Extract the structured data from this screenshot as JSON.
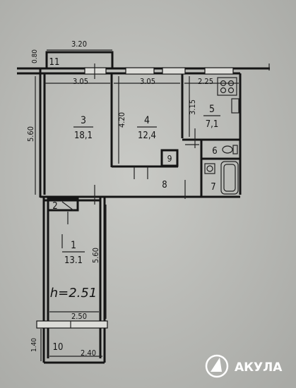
{
  "plan": {
    "ceiling_height": "h=2.51",
    "dimensions": {
      "balcony_top_width": "3.20",
      "balcony_top_depth": "0.80",
      "room3_width": "3.05",
      "room4_width": "3.05",
      "kitchen_width": "2.25",
      "room4_depth": "4.20",
      "kitchen_depth": "3.15",
      "room3_depth": "5.60",
      "room1_depth": "5.60",
      "room1_width": "2.50",
      "balcony_bottom_depth": "1.40",
      "balcony_bottom_width": "2.40"
    },
    "rooms": [
      {
        "id": "3",
        "area": "18,1"
      },
      {
        "id": "4",
        "area": "12,4"
      },
      {
        "id": "5",
        "area": "7,1"
      },
      {
        "id": "1",
        "area": "13.1"
      }
    ],
    "labels": {
      "balcony_top": "11",
      "balcony_bottom": "10",
      "closet": "2",
      "wc": "6",
      "bath": "7",
      "hall": "8",
      "pantry": "9"
    }
  },
  "logo": {
    "text": "АКУЛА"
  }
}
